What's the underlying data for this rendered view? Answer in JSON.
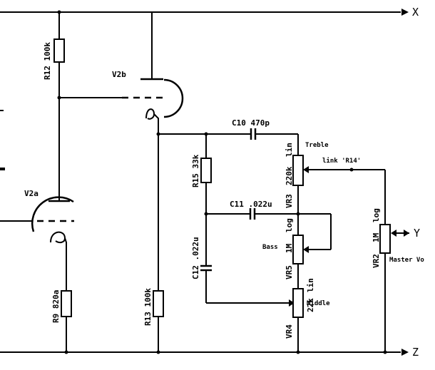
{
  "terminals": {
    "x": "X",
    "y": "Y",
    "z": "Z"
  },
  "valves": {
    "v2a": "V2a",
    "v2b": "V2b"
  },
  "resistors": {
    "r12": "R12 100k",
    "r9": "R9 820a",
    "r13": "R13 100k",
    "r15": "R15 33k"
  },
  "capacitors": {
    "c10": "C10 470p",
    "c11": "C11 .022u",
    "c12": "C12 .022u"
  },
  "pots": {
    "vr3_name": "VR3",
    "vr3_value": "220k",
    "vr3_taper": "lin",
    "vr3_function": "Treble",
    "vr5_name": "VR5",
    "vr5_value": "1M",
    "vr5_taper": "log",
    "vr5_function": "Bass",
    "vr4_name": "VR4",
    "vr4_value": "22k",
    "vr4_taper": "lin",
    "vr4_function": "Middle",
    "vr2_name": "VR2",
    "vr2_value": "1M",
    "vr2_taper": "log",
    "vr2_function": "Master Vo"
  },
  "notes": {
    "link": "link 'R14'"
  }
}
